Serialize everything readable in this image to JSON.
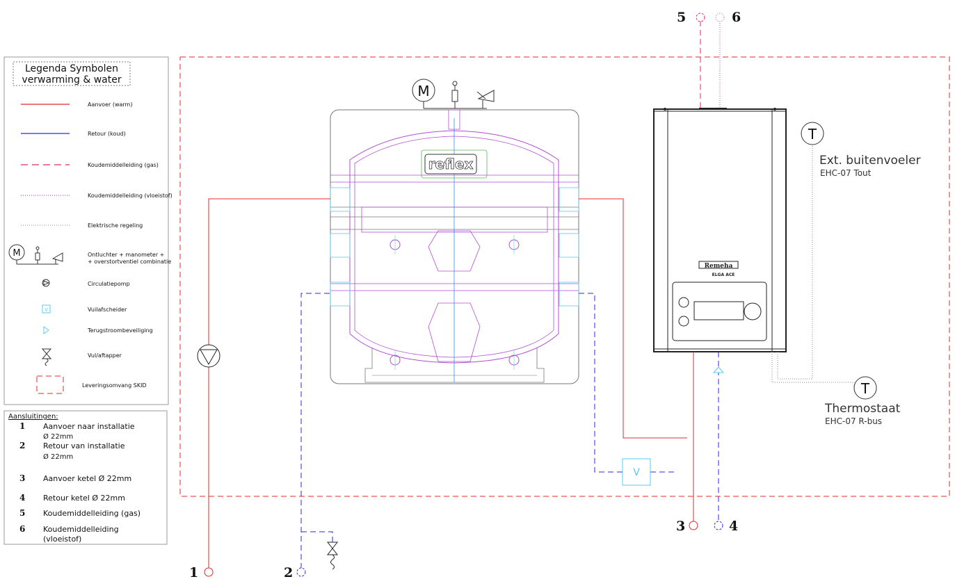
{
  "legend": {
    "title_line1": "Legenda Symbolen",
    "title_line2": "verwarming & water",
    "items": [
      {
        "label": "Aanvoer (warm)"
      },
      {
        "label": "Retour (koud)"
      },
      {
        "label": "Koudemiddelleiding (gas)"
      },
      {
        "label": "Koudemiddelleiding (vloeistof)"
      },
      {
        "label": "Elektrische regeling"
      },
      {
        "label": "Ontluchter + manometer +"
      },
      {
        "label": "+ overstortventiel combinatie"
      },
      {
        "label": "Circulatiepomp"
      },
      {
        "label": "Vuilafscheider"
      },
      {
        "label": "Terugstroombeveiliging"
      },
      {
        "label": "Vul/aftapper"
      },
      {
        "label": "Leveringsomvang SKID"
      }
    ],
    "symbol_letter": "M"
  },
  "connections": {
    "title": "Aansluitingen:",
    "items": [
      {
        "num": "1",
        "line1": "Aanvoer naar installatie",
        "line2": "Ø 22mm"
      },
      {
        "num": "2",
        "line1": "Retour van installatie",
        "line2": "Ø 22mm"
      },
      {
        "num": "3",
        "line1": "Aanvoer ketel Ø 22mm",
        "line2": ""
      },
      {
        "num": "4",
        "line1": "Retour ketel Ø 22mm",
        "line2": ""
      },
      {
        "num": "5",
        "line1": "Koudemiddelleiding (gas)",
        "line2": ""
      },
      {
        "num": "6",
        "line1": "Koudemiddelleiding",
        "line2": "(vloeistof)"
      }
    ]
  },
  "diagram": {
    "tank_brand": "reflex",
    "motor_letter": "M",
    "boiler_brand": "Remeha",
    "boiler_model": "ELGA ACE",
    "sensor_letter": "T",
    "outdoor_sensor_title": "Ext. buitenvoeler",
    "outdoor_sensor_sub": "EHC-07 Tout",
    "thermostat_letter": "T",
    "thermostat_title": "Thermostaat",
    "thermostat_sub": "EHC-07 R-bus",
    "filter_letter": "V",
    "pipe_labels": [
      "1",
      "2",
      "3",
      "4",
      "5",
      "6"
    ]
  },
  "colors": {
    "supply": "#e0282e",
    "return": "#2a2ae0",
    "gas": "#e0286a",
    "liquid": "#c050d0",
    "control": "#888888",
    "tank": "#b04ed0",
    "skid": "#e0282e"
  }
}
